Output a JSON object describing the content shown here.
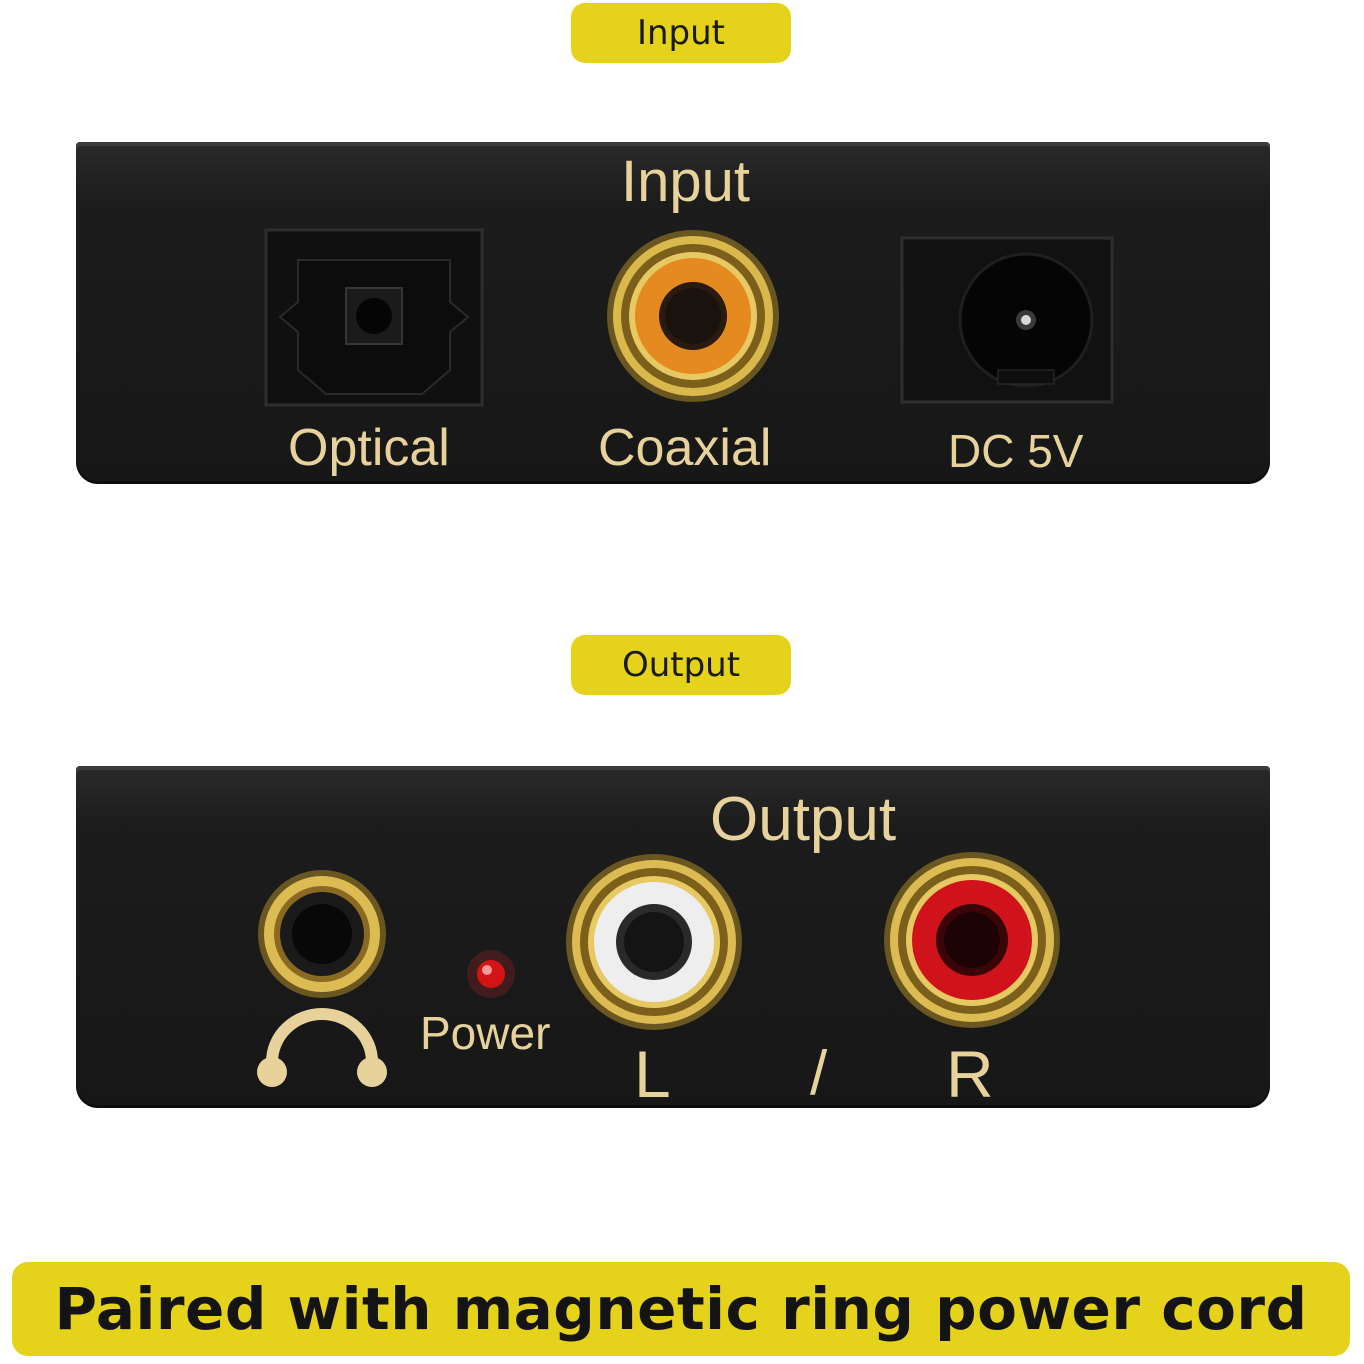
{
  "sections": {
    "input_tag": "Input",
    "output_tag": "Output"
  },
  "input_panel": {
    "heading": "Input",
    "ports": [
      {
        "label": "Optical",
        "icon": "toslink-optical-port-icon"
      },
      {
        "label": "Coaxial",
        "icon": "rca-coaxial-port-icon"
      },
      {
        "label": "DC 5V",
        "icon": "dc-power-jack-icon"
      }
    ]
  },
  "output_panel": {
    "heading": "Output",
    "power_label": "Power",
    "left_label": "L",
    "separator": "/",
    "right_label": "R",
    "icons": [
      "headphone-jack-icon",
      "headphone-symbol-icon",
      "power-led-icon",
      "rca-left-white-port-icon",
      "rca-right-red-port-icon"
    ]
  },
  "banner": {
    "text": "Paired with magnetic ring power cord"
  },
  "colors": {
    "accent_yellow": "#e5d21a",
    "device_black": "#1a1a1a",
    "gold": "#d4af37",
    "label_gold": "#e6d29a",
    "coax_orange": "#e48a1e",
    "right_red": "#d0121b",
    "left_white": "#eeeeee",
    "led_red": "#ff2a2a"
  }
}
